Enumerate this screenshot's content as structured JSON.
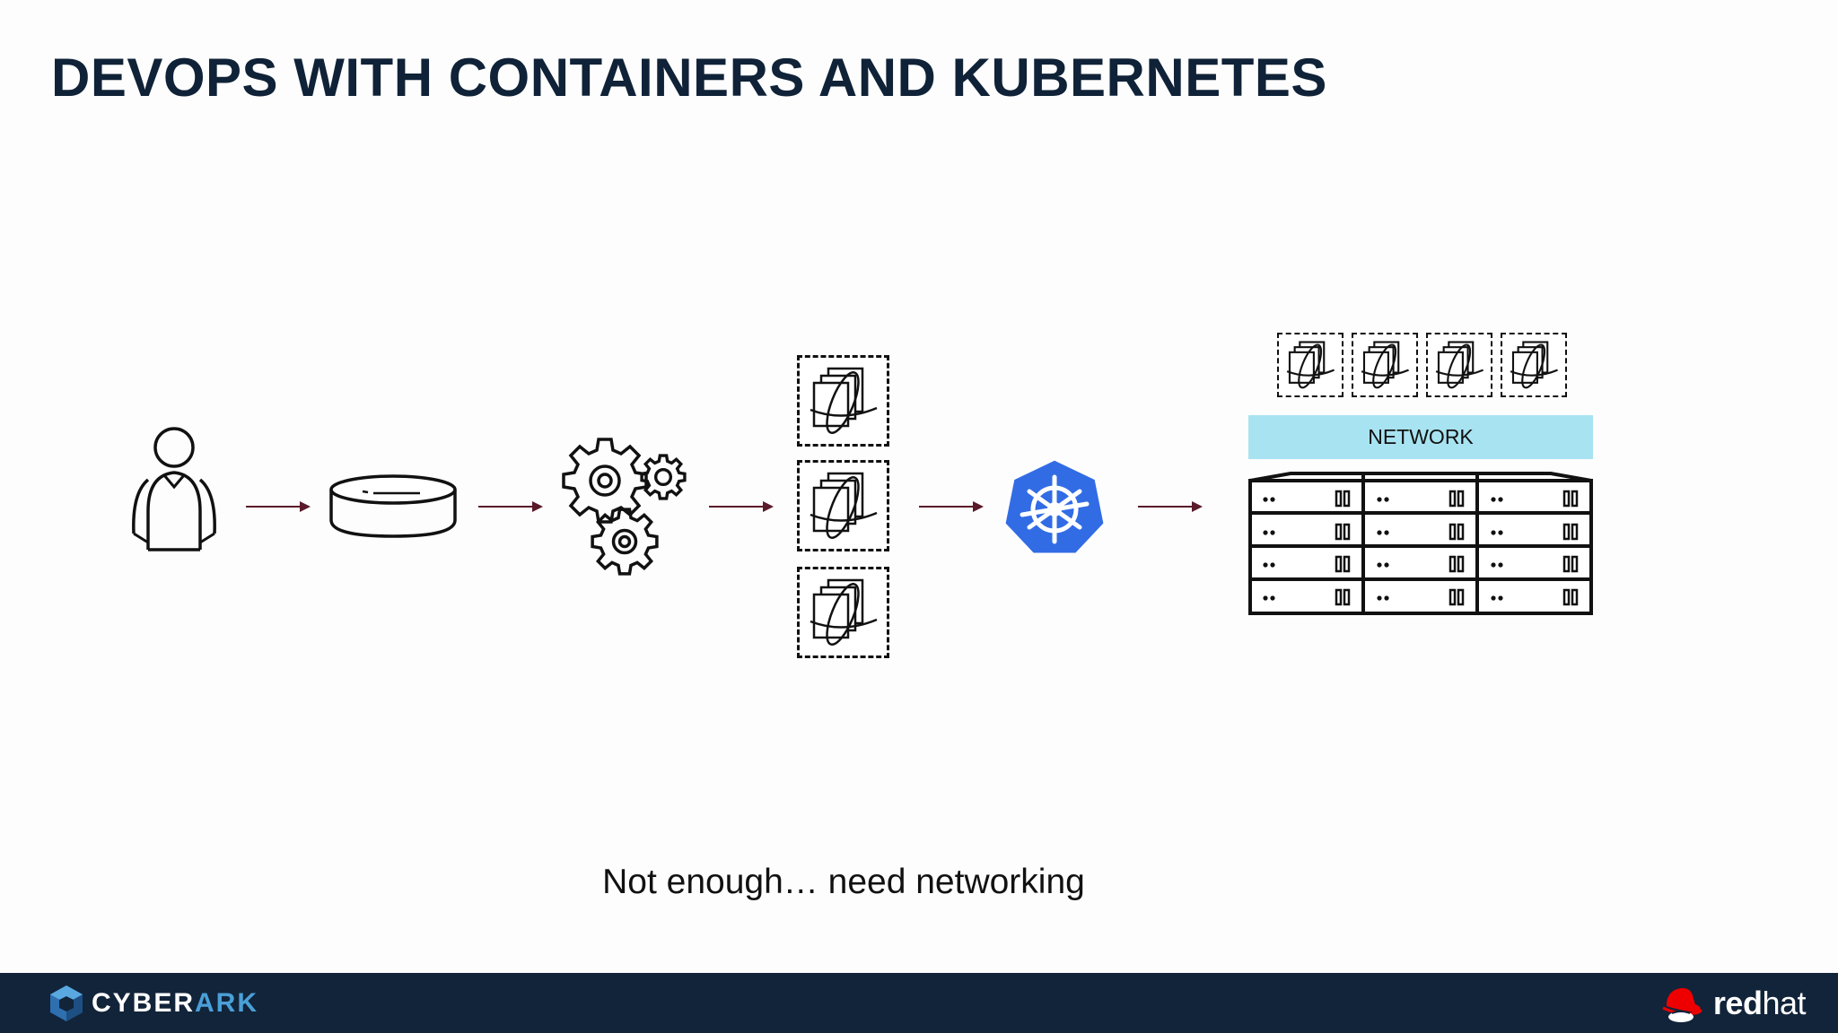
{
  "slide": {
    "title": "DEVOPS WITH CONTAINERS AND KUBERNETES",
    "caption": "Not enough… need networking"
  },
  "diagram": {
    "steps": [
      {
        "icon": "developer-person-icon"
      },
      {
        "icon": "code-repository-disc-icon"
      },
      {
        "icon": "build-gears-icon"
      },
      {
        "icon": "container-images-icon",
        "count": 3
      },
      {
        "icon": "kubernetes-logo-icon"
      },
      {
        "icon": "server-rack-cluster-icon"
      }
    ],
    "network_label": "NETWORK",
    "deployed_containers": 4,
    "server_grid": {
      "rows": 4,
      "columns": 3
    }
  },
  "footer": {
    "left_logo": {
      "part1": "CYBER",
      "part2": "ARK"
    },
    "right_logo": {
      "part1": "red",
      "part2": "hat"
    }
  },
  "colors": {
    "title": "#0f2237",
    "footer_bg": "#12243a",
    "network_band": "#a8e3f1",
    "kubernetes_blue": "#326ce5",
    "arrow": "#5a1a2a",
    "redhat_red": "#ee0000",
    "cyberark_blue": "#4aa0d8"
  }
}
